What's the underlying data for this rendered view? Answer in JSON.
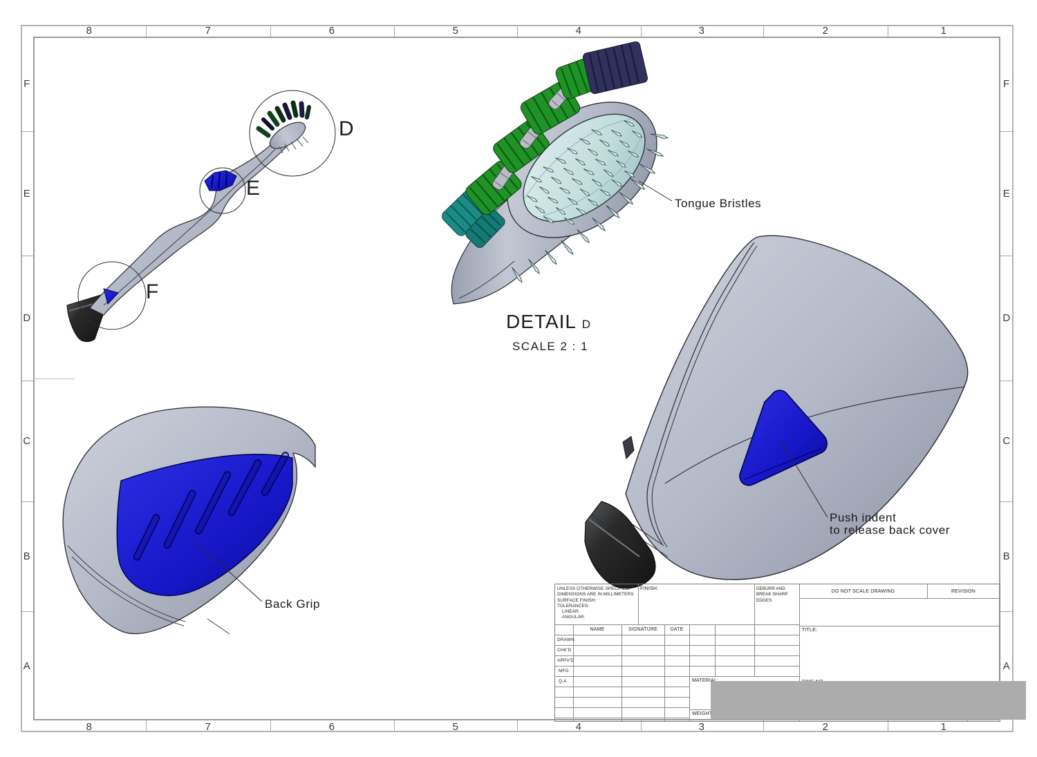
{
  "sheet": {
    "border": {
      "columns": [
        "8",
        "7",
        "6",
        "5",
        "4",
        "3",
        "2",
        "1"
      ],
      "rows": [
        "F",
        "E",
        "D",
        "C",
        "B",
        "A"
      ]
    }
  },
  "views": {
    "overview": {
      "detail_circle_d": "D",
      "detail_circle_e": "E",
      "detail_circle_f": "F"
    },
    "detail_d": {
      "title": "DETAIL",
      "title_ref": "D",
      "scale": "SCALE 2 : 1",
      "annotation": "Tongue Bristles"
    },
    "back_grip": {
      "annotation": "Back Grip"
    },
    "back_cover": {
      "annotation_line1": "Push indent",
      "annotation_line2": "to release back cover"
    }
  },
  "title_block": {
    "tolerance_note": [
      "UNLESS OTHERWISE SPECIFIED:",
      "DIMENSIONS ARE IN MILLIMETERS",
      "SURFACE FINISH:",
      "TOLERANCES:",
      "LINEAR:",
      "ANGULAR:"
    ],
    "finish_label": "FINISH:",
    "deburr_note": "DEBURR AND BREAK SHARP EDGES",
    "do_not_scale": "DO NOT SCALE DRAWING",
    "revision_label": "REVISION",
    "title_label": "TITLE:",
    "dwg_no_label": "DWG NO.",
    "material_label": "MATERIAL:",
    "weight_label": "WEIGHT:",
    "columns": {
      "name": "NAME",
      "signature": "SIGNATURE",
      "date": "DATE"
    },
    "rows": [
      "DRAWN",
      "CHK'D",
      "APPV'D",
      "MFG",
      "Q.A"
    ]
  },
  "colors": {
    "body_gray": "#b6bac8",
    "body_gray_dark": "#8f95a6",
    "grip_blue": "#1a1acd",
    "bristle_navy": "#31315e",
    "bristle_green": "#1f9326",
    "bristle_teal": "#1b8c85",
    "tongue_pad": "#cfe4e4",
    "suction_cup": "#242424",
    "outline": "#2b2b33",
    "frame_gray": "#9a9a9a",
    "redaction_gray": "#acacac"
  }
}
